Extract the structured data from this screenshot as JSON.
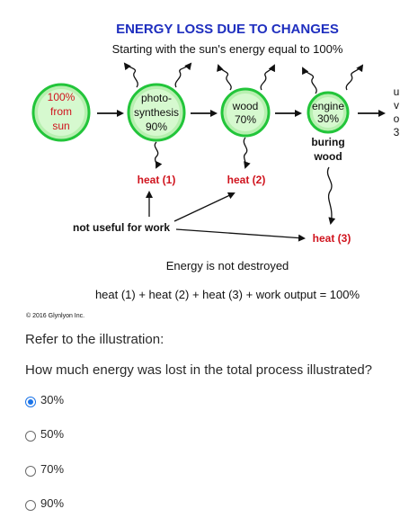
{
  "diagram": {
    "title": "ENERGY LOSS DUE TO CHANGES",
    "subtitle": "Starting with the sun's energy equal to 100%",
    "nodes": {
      "sun": {
        "line1": "100%",
        "line2": "from",
        "line3": "sun"
      },
      "photo": {
        "line1": "photo-",
        "line2": "synthesis",
        "line3": "90%"
      },
      "wood": {
        "line1": "wood",
        "line2": "70%"
      },
      "engine": {
        "line1": "engine",
        "line2": "30%"
      },
      "useful_cut": {
        "line1": "u",
        "line2": "v",
        "line3": "o",
        "line4": "3"
      }
    },
    "buring_wood": {
      "line1": "buring",
      "line2": "wood"
    },
    "heat1": "heat (1)",
    "heat2": "heat (2)",
    "heat3": "heat (3)",
    "not_useful": "not useful for work",
    "not_destroyed": "Energy is not destroyed",
    "equation": "heat (1) + heat (2) + heat (3) + work output = 100%",
    "copyright": "© 2016 Glynlyon Inc."
  },
  "quiz": {
    "refer": "Refer to the illustration:",
    "question": "How much energy was lost in the total process illustrated?",
    "options": [
      {
        "label": "30%",
        "selected": true
      },
      {
        "label": "50%",
        "selected": false
      },
      {
        "label": "70%",
        "selected": false
      },
      {
        "label": "90%",
        "selected": false
      }
    ]
  },
  "colors": {
    "title": "#1f2fbf",
    "circle_fill": "#b8f0b0",
    "circle_stroke": "#22c53a",
    "red_text": "#d0141e",
    "radio_selected": "#1a73e8"
  }
}
